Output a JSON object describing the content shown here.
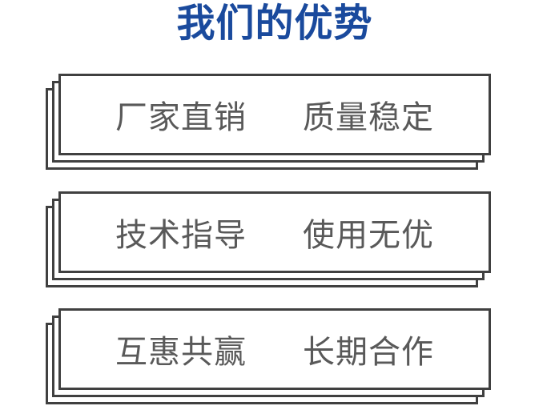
{
  "page": {
    "title": "我们的优势"
  },
  "cards": [
    {
      "left": "厂家直销",
      "right": "质量稳定"
    },
    {
      "left": "技术指导",
      "right": "使用无优"
    },
    {
      "left": "互惠共赢",
      "right": "长期合作"
    }
  ],
  "colors": {
    "title_blue": "#1a4a9d",
    "card_text_gray": "#595959",
    "card_border_gray": "#404040",
    "background": "#ffffff"
  }
}
